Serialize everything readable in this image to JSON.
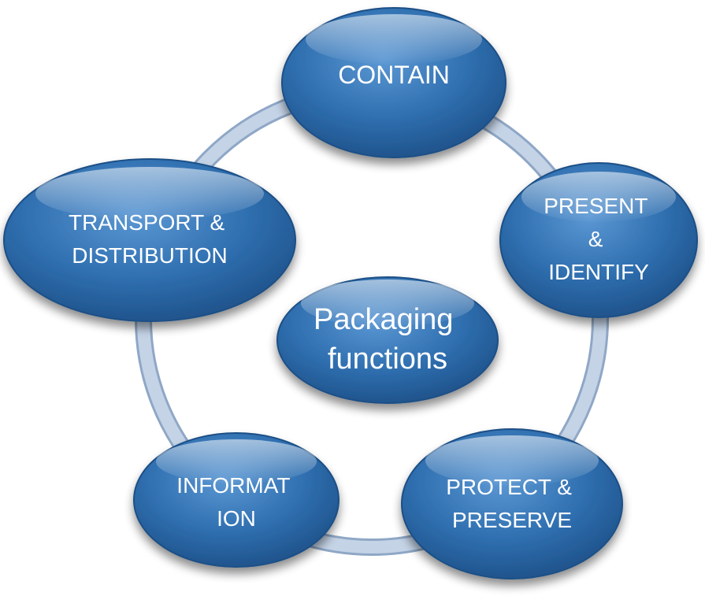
{
  "diagram": {
    "center": {
      "lines": [
        "Packaging",
        "functions"
      ]
    },
    "nodes": [
      {
        "id": "contain",
        "lines": [
          "CONTAIN"
        ]
      },
      {
        "id": "present-identify",
        "lines": [
          "PRESENT",
          "&",
          "IDENTIFY"
        ]
      },
      {
        "id": "protect-preserve",
        "lines": [
          "PROTECT &",
          "PRESERVE"
        ]
      },
      {
        "id": "information",
        "lines": [
          "INFORMAT",
          "ION"
        ]
      },
      {
        "id": "transport-distribution",
        "lines": [
          "TRANSPORT &",
          "DISTRIBUTION"
        ]
      }
    ]
  },
  "colors": {
    "node_fill": "#2f6fb0",
    "node_fill_dark": "#1d4f86",
    "node_highlight": "#5b97d3",
    "ring": "#b7c8de",
    "ring_edge": "#8fa7c6",
    "text": "#ffffff"
  }
}
